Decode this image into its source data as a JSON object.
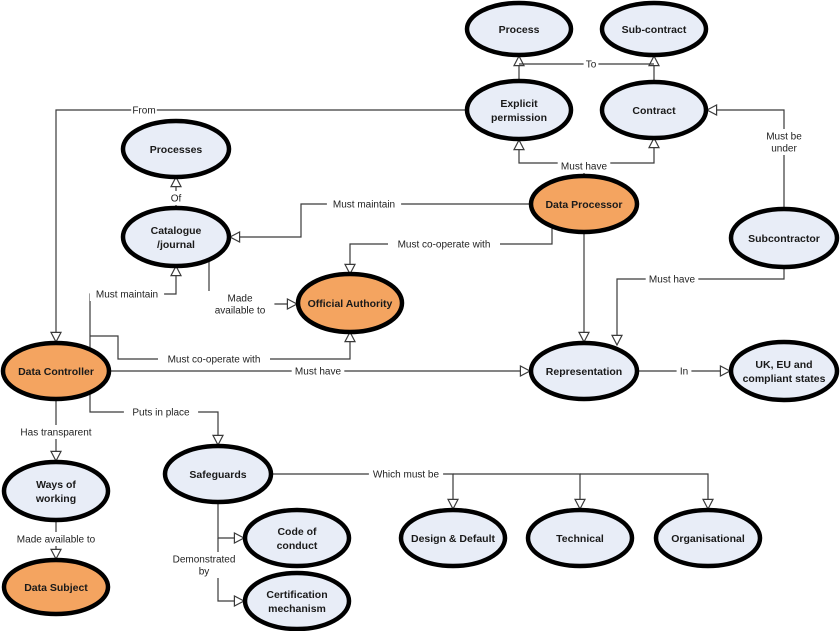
{
  "colors": {
    "primary_node_fill": "#F4A460",
    "secondary_node_fill": "#E8EDF7",
    "outline": "#000000",
    "connector": "#3A3A3A"
  },
  "nodes": [
    {
      "id": "process",
      "lines": [
        "Process"
      ],
      "kind": "secondary"
    },
    {
      "id": "sub-contract",
      "lines": [
        "Sub-contract"
      ],
      "kind": "secondary"
    },
    {
      "id": "explicit-permission",
      "lines": [
        "Explicit",
        "permission"
      ],
      "kind": "secondary"
    },
    {
      "id": "contract",
      "lines": [
        "Contract"
      ],
      "kind": "secondary"
    },
    {
      "id": "processes",
      "lines": [
        "Processes"
      ],
      "kind": "secondary"
    },
    {
      "id": "catalogue-journal",
      "lines": [
        "Catalogue",
        "/journal"
      ],
      "kind": "secondary"
    },
    {
      "id": "data-processor",
      "lines": [
        "Data Processor"
      ],
      "kind": "primary"
    },
    {
      "id": "subcontractor",
      "lines": [
        "Subcontractor"
      ],
      "kind": "secondary"
    },
    {
      "id": "official-authority",
      "lines": [
        "Official Authority"
      ],
      "kind": "primary"
    },
    {
      "id": "data-controller",
      "lines": [
        "Data Controller"
      ],
      "kind": "primary"
    },
    {
      "id": "representation",
      "lines": [
        "Representation"
      ],
      "kind": "secondary"
    },
    {
      "id": "uk-eu-compliant-states",
      "lines": [
        "UK, EU and",
        "compliant states"
      ],
      "kind": "secondary"
    },
    {
      "id": "ways-of-working",
      "lines": [
        "Ways of",
        "working"
      ],
      "kind": "secondary"
    },
    {
      "id": "data-subject",
      "lines": [
        "Data Subject"
      ],
      "kind": "primary"
    },
    {
      "id": "safeguards",
      "lines": [
        "Safeguards"
      ],
      "kind": "secondary"
    },
    {
      "id": "code-of-conduct",
      "lines": [
        "Code of",
        "conduct"
      ],
      "kind": "secondary"
    },
    {
      "id": "certification-mechanism",
      "lines": [
        "Certification",
        "mechanism"
      ],
      "kind": "secondary"
    },
    {
      "id": "design-default",
      "lines": [
        "Design & Default"
      ],
      "kind": "secondary"
    },
    {
      "id": "technical",
      "lines": [
        "Technical"
      ],
      "kind": "secondary"
    },
    {
      "id": "organisational",
      "lines": [
        "Organisational"
      ],
      "kind": "secondary"
    }
  ],
  "edges": [
    {
      "id": "explicit-permission-to-process",
      "from": "explicit-permission",
      "to": "process",
      "label": ""
    },
    {
      "id": "contract-to-sub-contract",
      "from": "contract",
      "to": "sub-contract",
      "label": ""
    },
    {
      "id": "to-link",
      "from": "process",
      "to": "sub-contract",
      "label": "To"
    },
    {
      "id": "processor-must-have-permission",
      "from": "data-processor",
      "to": "explicit-permission",
      "label": "Must have"
    },
    {
      "id": "processor-must-have-contract",
      "from": "data-processor",
      "to": "contract",
      "label": ""
    },
    {
      "id": "permission-from-controller",
      "from": "explicit-permission",
      "to": "data-controller",
      "label": "From"
    },
    {
      "id": "catalogue-of-processes",
      "from": "catalogue-journal",
      "to": "processes",
      "label": "Of"
    },
    {
      "id": "processor-must-maintain-catalogue",
      "from": "data-processor",
      "to": "catalogue-journal",
      "label": "Must maintain"
    },
    {
      "id": "processor-cooperate-authority",
      "from": "data-processor",
      "to": "official-authority",
      "label": "Must co-operate with"
    },
    {
      "id": "processor-to-representation",
      "from": "data-processor",
      "to": "representation",
      "label": ""
    },
    {
      "id": "subcontractor-under-contract",
      "from": "subcontractor",
      "to": "contract",
      "label": "Must be under"
    },
    {
      "id": "subcontractor-must-have-representation",
      "from": "subcontractor",
      "to": "representation",
      "label": "Must have"
    },
    {
      "id": "catalogue-available-authority",
      "from": "catalogue-journal",
      "to": "official-authority",
      "label": "Made available to"
    },
    {
      "id": "controller-must-maintain-catalogue",
      "from": "data-controller",
      "to": "catalogue-journal",
      "label": "Must maintain"
    },
    {
      "id": "controller-cooperate-authority",
      "from": "data-controller",
      "to": "official-authority",
      "label": "Must co-operate with"
    },
    {
      "id": "controller-must-have-representation",
      "from": "data-controller",
      "to": "representation",
      "label": "Must have"
    },
    {
      "id": "representation-in-states",
      "from": "representation",
      "to": "uk-eu-compliant-states",
      "label": "In"
    },
    {
      "id": "controller-transparent-ways",
      "from": "data-controller",
      "to": "ways-of-working",
      "label": "Has transparent"
    },
    {
      "id": "ways-available-subject",
      "from": "ways-of-working",
      "to": "data-subject",
      "label": "Made available to"
    },
    {
      "id": "controller-puts-safeguards",
      "from": "data-controller",
      "to": "safeguards",
      "label": "Puts in place"
    },
    {
      "id": "safeguards-which-must-be",
      "from": "safeguards",
      "to": "design-default",
      "label": "Which must be"
    },
    {
      "id": "safeguards-technical",
      "from": "safeguards",
      "to": "technical",
      "label": ""
    },
    {
      "id": "safeguards-organisational",
      "from": "safeguards",
      "to": "organisational",
      "label": ""
    },
    {
      "id": "safeguards-code",
      "from": "safeguards",
      "to": "code-of-conduct",
      "label": ""
    },
    {
      "id": "safeguards-demonstrated-by",
      "from": "safeguards",
      "to": "certification-mechanism",
      "label": "Demonstrated by"
    }
  ]
}
